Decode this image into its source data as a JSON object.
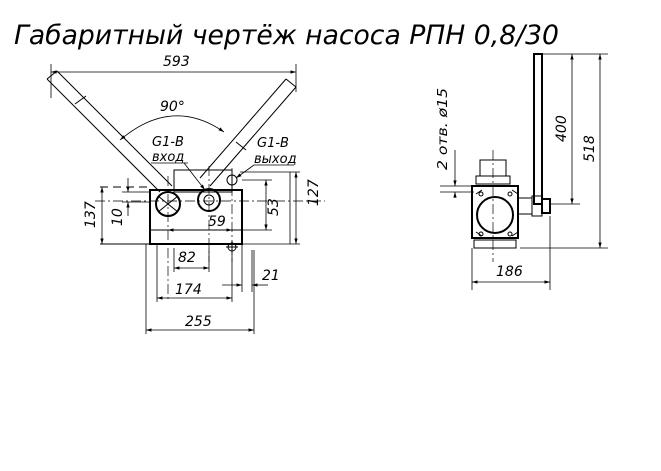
{
  "title": "Габаритный чертёж насоса РПН 0,8/30",
  "front_view": {
    "dim_width_total": "593",
    "angle": "90°",
    "port_in_thread": "G1-B",
    "port_in_label": "вход",
    "port_out_thread": "G1-B",
    "port_out_label": "выход",
    "dim_height_left": "137",
    "dim_10": "10",
    "dim_59": "59",
    "dim_53": "53",
    "dim_127": "127",
    "dim_82": "82",
    "dim_174": "174",
    "dim_21": "21",
    "dim_255": "255"
  },
  "side_view": {
    "holes_label": "2 отв. ø15",
    "dim_400": "400",
    "dim_518": "518",
    "dim_186": "186"
  }
}
